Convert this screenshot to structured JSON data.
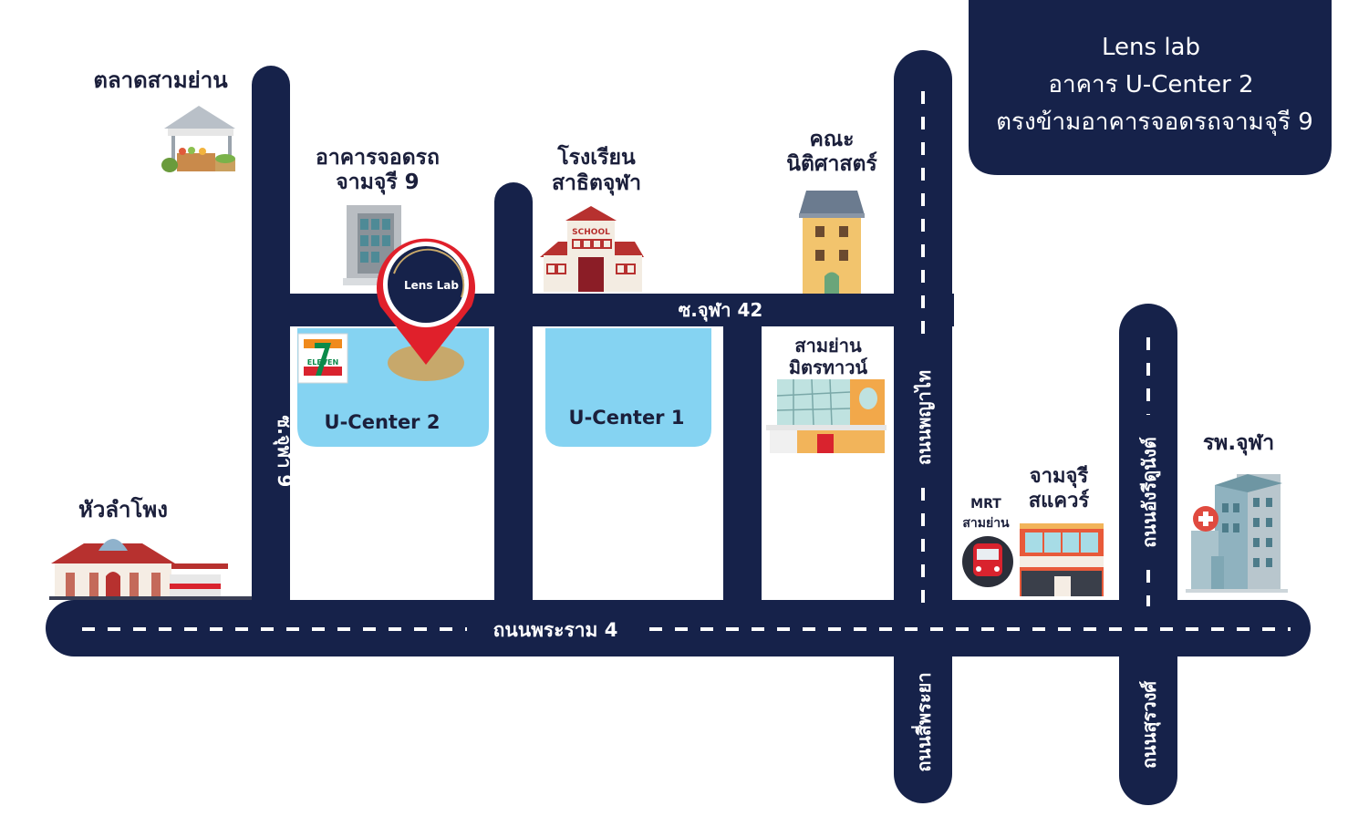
{
  "colors": {
    "road": "#16224a",
    "block": "#85d3f2",
    "pin": "#e0202b",
    "pin_base": "#c7a86b",
    "text": "#1b1f3b",
    "white": "#ffffff"
  },
  "info_box": {
    "line1": "Lens lab",
    "line2": "อาคาร U-Center 2",
    "line3": "ตรงข้ามอาคารจอดรถจามจุรี 9"
  },
  "pin": {
    "logo": "Lens Lab"
  },
  "roads": {
    "rama4": "ถนนพระราม 4",
    "soi42": "ซ.จุฬา 42",
    "soi9": "ซ.จุฬา 9",
    "phaya_thai": "ถนนพญาไท",
    "si_phraya": "ถนนสี่พระยา",
    "henri_dunant": "ถนนอังรีดูนังต์",
    "surawong": "ถนนสุรวงศ์"
  },
  "blocks": {
    "ucenter2": "U-Center 2",
    "ucenter1": "U-Center 1"
  },
  "places": {
    "market": "ตลาดสามย่าน",
    "parking_l1": "อาคารจอดรถ",
    "parking_l2": "จามจุรี 9",
    "school_l1": "โรงเรียน",
    "school_l2": "สาธิตจุฬา",
    "school_sign": "SCHOOL",
    "law_l1": "คณะ",
    "law_l2": "นิติศาสตร์",
    "mitrtown_l1": "สามย่าน",
    "mitrtown_l2": "มิตรทาวน์",
    "hualamphong": "หัวลำโพง",
    "mrt_l1": "MRT",
    "mrt_l2": "สามย่าน",
    "square_l1": "จามจุรี",
    "square_l2": "สแควร์",
    "hospital": "รพ.จุฬา",
    "seven_eleven": "ELEVEN"
  },
  "icons": [
    "market-stall-icon",
    "parking-building-icon",
    "school-icon",
    "law-faculty-icon",
    "mitrtown-icon",
    "hualamphong-station-icon",
    "mrt-train-icon",
    "chamchuri-square-icon",
    "hospital-icon",
    "seven-eleven-icon",
    "location-pin-icon"
  ]
}
